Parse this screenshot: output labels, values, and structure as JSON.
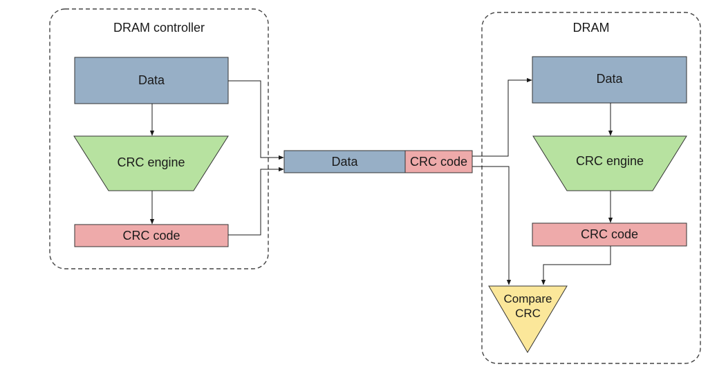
{
  "colors": {
    "data_fill": "#97afc6",
    "crc_engine_fill": "#b7e2a0",
    "crc_code_fill": "#eeaaaa",
    "compare_fill": "#fbe79a",
    "stroke": "#333333"
  },
  "controller": {
    "title": "DRAM controller",
    "data_label": "Data",
    "engine_label": "CRC engine",
    "code_label": "CRC code"
  },
  "transfer": {
    "data_label": "Data",
    "code_label": "CRC code"
  },
  "dram": {
    "title": "DRAM",
    "data_label": "Data",
    "engine_label": "CRC engine",
    "code_label": "CRC code",
    "compare_label_line1": "Compare",
    "compare_label_line2": "CRC"
  }
}
